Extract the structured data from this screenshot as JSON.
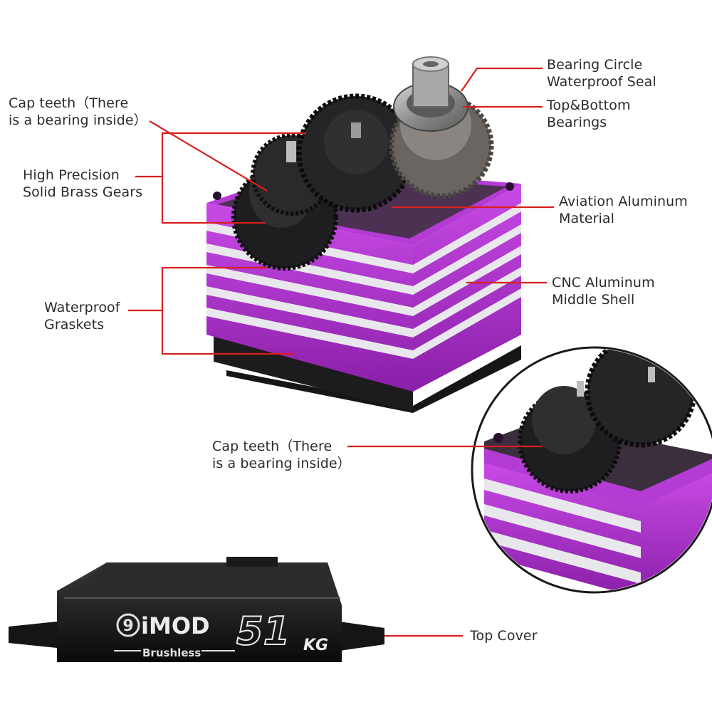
{
  "colors": {
    "leader_line": "#d81e1e",
    "housing_purple": "#b02ed0",
    "housing_stripe": "#e6e6ea",
    "gear_dark": "#2a2a2c",
    "case_black": "#141414"
  },
  "callouts": {
    "bearing_seal": [
      "Bearing Circle",
      "Waterproof Seal"
    ],
    "top_bottom_bearings": [
      "Top&Bottom",
      "Bearings"
    ],
    "cap_teeth_top": [
      "Cap teeth（There",
      "is a bearing inside）"
    ],
    "brass_gears": [
      "High Precision",
      "Solid Brass Gears"
    ],
    "aviation_aluminum": [
      "Aviation Aluminum",
      "Material"
    ],
    "cnc_shell": [
      "CNC Aluminum",
      "Middle Shell"
    ],
    "gaskets": [
      "Waterproof",
      "Graskets"
    ],
    "cap_teeth_detail": [
      "Cap teeth（There",
      "is a bearing inside）"
    ],
    "top_cover": [
      "Top Cover"
    ]
  },
  "top_cover_marking": {
    "logo_numeral": "9",
    "brand": "iMOD",
    "subtitle": "Brushless",
    "torque_value": "51",
    "torque_unit": "KG"
  }
}
